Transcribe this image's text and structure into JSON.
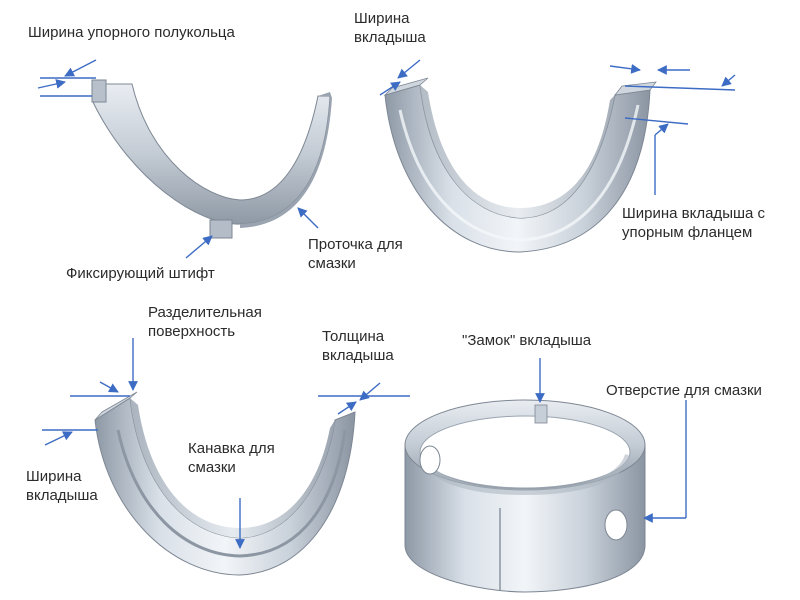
{
  "colors": {
    "arrow": "#3d6cc4",
    "metal_light": "#e4e9ef",
    "metal_mid": "#b7c0ca",
    "metal_dark": "#838d99",
    "text": "#2b2b2b"
  },
  "labels": {
    "thrust_ring_width": "Ширина упорного полукольца",
    "shell_width_top_1": "Ширина",
    "shell_width_top_2": "вкладыша",
    "locating_pin": "Фиксирующий штифт",
    "oil_groove_turn_1": "Проточка для",
    "oil_groove_turn_2": "смазки",
    "flanged_width_1": "Ширина вкладыша с",
    "flanged_width_2": "упорным фланцем",
    "parting_surface_1": "Разделительная",
    "parting_surface_2": "поверхность",
    "thickness_1": "Толщина",
    "thickness_2": "вкладыша",
    "shell_width_bottom_1": "Ширина",
    "shell_width_bottom_2": "вкладыша",
    "oil_channel_1": "Канавка для",
    "oil_channel_2": "смазки",
    "lock_tab": "\"Замок\" вкладыша",
    "oil_hole": "Отверстие для смазки"
  }
}
